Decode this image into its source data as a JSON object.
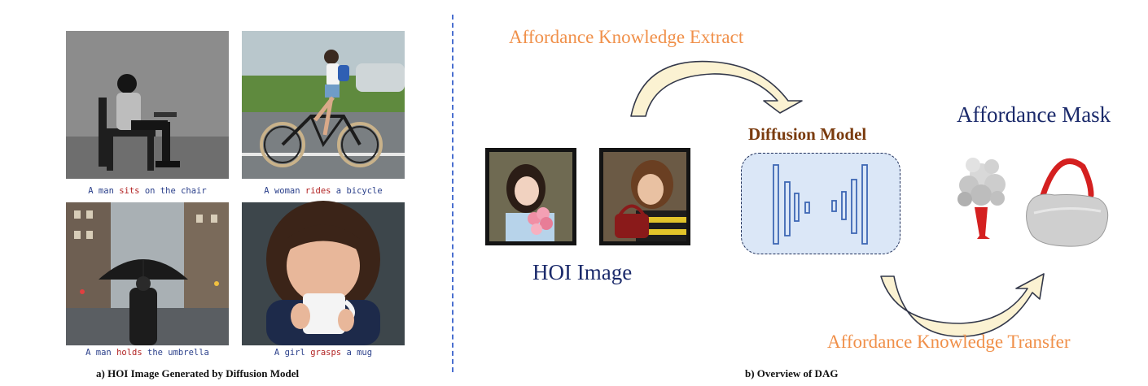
{
  "panel_a": {
    "captions": [
      {
        "pre": "A man ",
        "verb": "sits",
        "post": " on the chair"
      },
      {
        "pre": "A woman ",
        "verb": "rides",
        "post": " a bicycle"
      },
      {
        "pre": "A man ",
        "verb": "holds",
        "post": " the umbrella"
      },
      {
        "pre": "A girl ",
        "verb": "grasps",
        "post": " a mug"
      }
    ],
    "title": "a) HOI Image Generated by Diffusion Model"
  },
  "panel_b": {
    "extract_label": "Affordance Knowledge Extract",
    "model_label": "Diffusion Model",
    "mask_label": "Affordance Mask",
    "hoi_label": "HOI Image",
    "transfer_label": "Affordance Knowledge Transfer",
    "title": "b) Overview of DAG"
  },
  "colors": {
    "caption_text": "#2a3f8a",
    "caption_verb": "#b22222",
    "orange_text": "#f0904a",
    "navy_text": "#1b2a6b",
    "model_text": "#7a3b0e",
    "divider": "#4a6fd0",
    "model_box_fill": "#dbe7f7",
    "mask_red": "#d42020"
  }
}
